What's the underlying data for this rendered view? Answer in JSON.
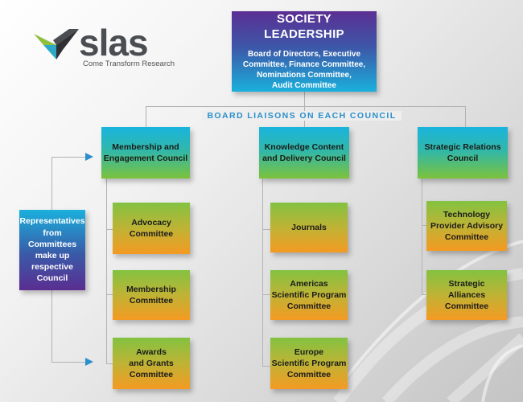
{
  "logo": {
    "wordmark": "slas",
    "tagline": "Come Transform Research"
  },
  "leadership": {
    "title": "SOCIETY\nLEADERSHIP",
    "members": "Board of Directors, Executive\nCommittee, Finance Committee,\nNominations Committee,\nAudit Committee"
  },
  "liaison_label": "BOARD LIAISONS ON EACH COUNCIL",
  "representatives": "Representatives\nfrom\nCommittees\nmake up\nrespective\nCouncil",
  "councils": [
    {
      "name": "Membership and\nEngagement Council",
      "committees": [
        "Advocacy\nCommittee",
        "Membership\nCommittee",
        "Awards\nand Grants\nCommittee"
      ]
    },
    {
      "name": "Knowledge Content\nand Delivery Council",
      "committees": [
        "Journals",
        "Americas\nScientific Program\nCommittee",
        "Europe\nScientific Program\nCommittee"
      ]
    },
    {
      "name": "Strategic Relations\nCouncil",
      "committees": [
        "Technology\nProvider Advisory\nCommittee",
        "Strategic\nAlliances\nCommittee"
      ]
    }
  ],
  "colors": {
    "council_gradient": [
      "#19b4de",
      "#7cc23a"
    ],
    "committee_gradient": [
      "#83c241",
      "#f49a22"
    ],
    "leadership_gradient": [
      "#5b2f93",
      "#1ab0dc"
    ],
    "liaison_text": "#2a8fcc",
    "logo_text": "#4a4d52"
  }
}
